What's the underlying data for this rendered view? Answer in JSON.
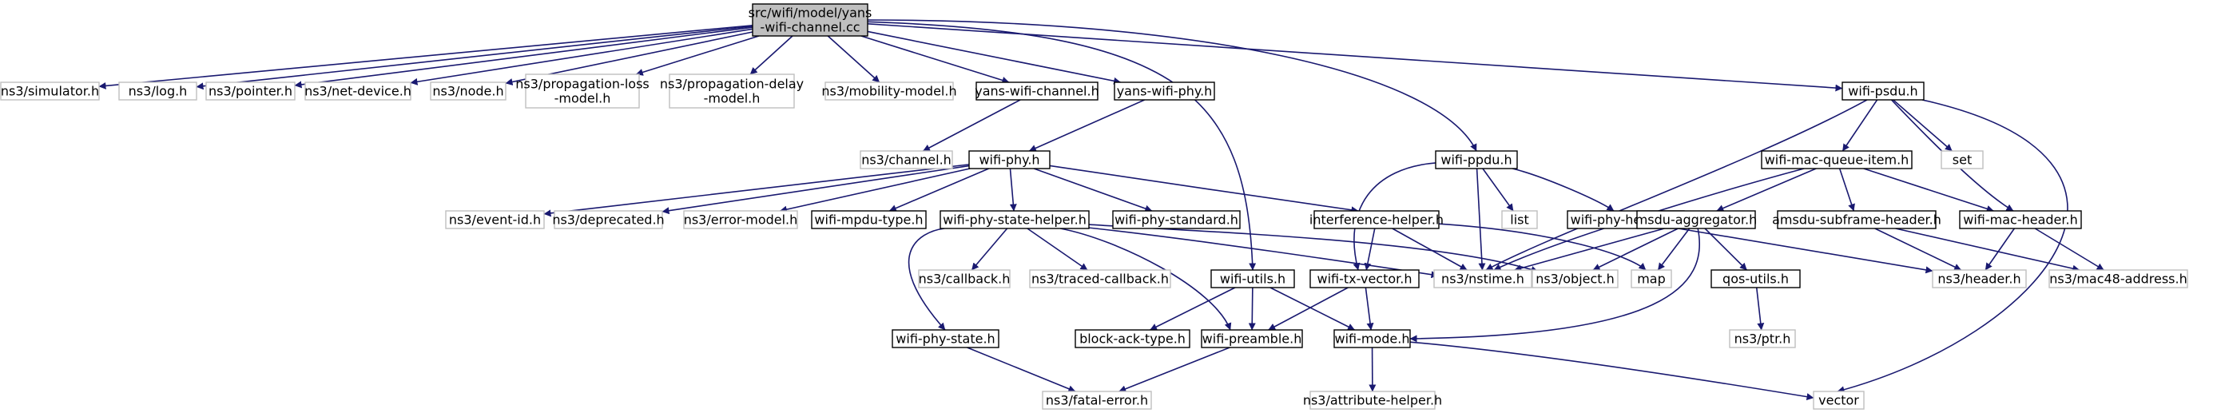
{
  "colors": {
    "edge": "#191970",
    "root_fill": "#bfbfbf",
    "external_border": "#bfbfbf",
    "documented_border": "#000000"
  },
  "nodes": {
    "root": {
      "lines": [
        "src/wifi/model/yans",
        "-wifi-channel.cc"
      ],
      "kind": "root"
    },
    "simulator": {
      "lines": [
        "ns3/simulator.h"
      ],
      "kind": "external"
    },
    "log": {
      "lines": [
        "ns3/log.h"
      ],
      "kind": "external"
    },
    "pointer": {
      "lines": [
        "ns3/pointer.h"
      ],
      "kind": "external"
    },
    "net_device": {
      "lines": [
        "ns3/net-device.h"
      ],
      "kind": "external"
    },
    "node": {
      "lines": [
        "ns3/node.h"
      ],
      "kind": "external"
    },
    "propagation_loss": {
      "lines": [
        "ns3/propagation-loss",
        "-model.h"
      ],
      "kind": "external"
    },
    "propagation_delay": {
      "lines": [
        "ns3/propagation-delay",
        "-model.h"
      ],
      "kind": "external"
    },
    "mobility_model": {
      "lines": [
        "ns3/mobility-model.h"
      ],
      "kind": "external"
    },
    "yans_wifi_channel": {
      "lines": [
        "yans-wifi-channel.h"
      ],
      "kind": "documented"
    },
    "yans_wifi_phy": {
      "lines": [
        "yans-wifi-phy.h"
      ],
      "kind": "documented"
    },
    "wifi_psdu": {
      "lines": [
        "wifi-psdu.h"
      ],
      "kind": "documented"
    },
    "channel": {
      "lines": [
        "ns3/channel.h"
      ],
      "kind": "external"
    },
    "wifi_phy": {
      "lines": [
        "wifi-phy.h"
      ],
      "kind": "documented"
    },
    "wifi_ppdu": {
      "lines": [
        "wifi-ppdu.h"
      ],
      "kind": "documented"
    },
    "wifi_mac_queue_item": {
      "lines": [
        "wifi-mac-queue-item.h"
      ],
      "kind": "documented"
    },
    "set": {
      "lines": [
        "set"
      ],
      "kind": "external"
    },
    "event_id": {
      "lines": [
        "ns3/event-id.h"
      ],
      "kind": "external"
    },
    "deprecated": {
      "lines": [
        "ns3/deprecated.h"
      ],
      "kind": "external"
    },
    "error_model": {
      "lines": [
        "ns3/error-model.h"
      ],
      "kind": "external"
    },
    "wifi_mpdu_type": {
      "lines": [
        "wifi-mpdu-type.h"
      ],
      "kind": "documented"
    },
    "wifi_phy_state_helper": {
      "lines": [
        "wifi-phy-state-helper.h"
      ],
      "kind": "documented"
    },
    "wifi_phy_standard": {
      "lines": [
        "wifi-phy-standard.h"
      ],
      "kind": "documented"
    },
    "interference_helper": {
      "lines": [
        "interference-helper.h"
      ],
      "kind": "documented"
    },
    "list": {
      "lines": [
        "list"
      ],
      "kind": "external"
    },
    "wifi_phy_header": {
      "lines": [
        "wifi-phy-header.h"
      ],
      "kind": "documented"
    },
    "msdu_aggregator": {
      "lines": [
        "msdu-aggregator.h"
      ],
      "kind": "documented"
    },
    "amsdu_subframe_header": {
      "lines": [
        "amsdu-subframe-header.h"
      ],
      "kind": "documented"
    },
    "wifi_mac_header": {
      "lines": [
        "wifi-mac-header.h"
      ],
      "kind": "documented"
    },
    "callback": {
      "lines": [
        "ns3/callback.h"
      ],
      "kind": "external"
    },
    "traced_callback": {
      "lines": [
        "ns3/traced-callback.h"
      ],
      "kind": "external"
    },
    "wifi_utils": {
      "lines": [
        "wifi-utils.h"
      ],
      "kind": "documented"
    },
    "wifi_tx_vector": {
      "lines": [
        "wifi-tx-vector.h"
      ],
      "kind": "documented"
    },
    "nstime": {
      "lines": [
        "ns3/nstime.h"
      ],
      "kind": "external"
    },
    "object": {
      "lines": [
        "ns3/object.h"
      ],
      "kind": "external"
    },
    "map": {
      "lines": [
        "map"
      ],
      "kind": "external"
    },
    "qos_utils": {
      "lines": [
        "qos-utils.h"
      ],
      "kind": "documented"
    },
    "header": {
      "lines": [
        "ns3/header.h"
      ],
      "kind": "external"
    },
    "mac48_address": {
      "lines": [
        "ns3/mac48-address.h"
      ],
      "kind": "external"
    },
    "wifi_phy_state": {
      "lines": [
        "wifi-phy-state.h"
      ],
      "kind": "documented"
    },
    "block_ack_type": {
      "lines": [
        "block-ack-type.h"
      ],
      "kind": "documented"
    },
    "wifi_preamble": {
      "lines": [
        "wifi-preamble.h"
      ],
      "kind": "documented"
    },
    "wifi_mode": {
      "lines": [
        "wifi-mode.h"
      ],
      "kind": "documented"
    },
    "ptr": {
      "lines": [
        "ns3/ptr.h"
      ],
      "kind": "external"
    },
    "fatal_error": {
      "lines": [
        "ns3/fatal-error.h"
      ],
      "kind": "external"
    },
    "attribute_helper": {
      "lines": [
        "ns3/attribute-helper.h"
      ],
      "kind": "external"
    },
    "vector": {
      "lines": [
        "vector"
      ],
      "kind": "external"
    }
  },
  "edges": [
    [
      "root",
      "simulator"
    ],
    [
      "root",
      "log"
    ],
    [
      "root",
      "pointer"
    ],
    [
      "root",
      "net_device"
    ],
    [
      "root",
      "node"
    ],
    [
      "root",
      "propagation_loss"
    ],
    [
      "root",
      "propagation_delay"
    ],
    [
      "root",
      "mobility_model"
    ],
    [
      "root",
      "yans_wifi_channel"
    ],
    [
      "root",
      "yans_wifi_phy"
    ],
    [
      "root",
      "wifi_ppdu"
    ],
    [
      "root",
      "wifi_utils"
    ],
    [
      "root",
      "wifi_psdu"
    ],
    [
      "yans_wifi_channel",
      "channel"
    ],
    [
      "yans_wifi_phy",
      "wifi_phy"
    ],
    [
      "wifi_phy",
      "event_id"
    ],
    [
      "wifi_phy",
      "deprecated"
    ],
    [
      "wifi_phy",
      "error_model"
    ],
    [
      "wifi_phy",
      "wifi_mpdu_type"
    ],
    [
      "wifi_phy",
      "wifi_phy_state_helper"
    ],
    [
      "wifi_phy",
      "wifi_phy_standard"
    ],
    [
      "wifi_phy",
      "interference_helper"
    ],
    [
      "wifi_phy_state_helper",
      "wifi_phy_state"
    ],
    [
      "wifi_phy_state_helper",
      "callback"
    ],
    [
      "wifi_phy_state_helper",
      "traced_callback"
    ],
    [
      "wifi_phy_state_helper",
      "nstime"
    ],
    [
      "wifi_phy_state_helper",
      "object"
    ],
    [
      "wifi_phy_state_helper",
      "wifi_preamble"
    ],
    [
      "interference_helper",
      "wifi_tx_vector"
    ],
    [
      "interference_helper",
      "nstime"
    ],
    [
      "interference_helper",
      "map"
    ],
    [
      "wifi_ppdu",
      "wifi_tx_vector"
    ],
    [
      "wifi_ppdu",
      "list"
    ],
    [
      "wifi_ppdu",
      "nstime"
    ],
    [
      "wifi_ppdu",
      "wifi_phy_header"
    ],
    [
      "wifi_psdu",
      "wifi_mac_queue_item"
    ],
    [
      "wifi_psdu",
      "set"
    ],
    [
      "wifi_psdu",
      "wifi_mac_header"
    ],
    [
      "wifi_psdu",
      "nstime"
    ],
    [
      "wifi_psdu",
      "vector"
    ],
    [
      "wifi_mac_queue_item",
      "msdu_aggregator"
    ],
    [
      "wifi_mac_queue_item",
      "amsdu_subframe_header"
    ],
    [
      "wifi_mac_queue_item",
      "wifi_mac_header"
    ],
    [
      "wifi_mac_queue_item",
      "nstime"
    ],
    [
      "msdu_aggregator",
      "nstime"
    ],
    [
      "msdu_aggregator",
      "object"
    ],
    [
      "msdu_aggregator",
      "map"
    ],
    [
      "msdu_aggregator",
      "qos_utils"
    ],
    [
      "msdu_aggregator",
      "wifi_mode"
    ],
    [
      "qos_utils",
      "ptr"
    ],
    [
      "amsdu_subframe_header",
      "header"
    ],
    [
      "amsdu_subframe_header",
      "mac48_address"
    ],
    [
      "wifi_mac_header",
      "header"
    ],
    [
      "wifi_mac_header",
      "mac48_address"
    ],
    [
      "wifi_phy_header",
      "header"
    ],
    [
      "wifi_utils",
      "block_ack_type"
    ],
    [
      "wifi_utils",
      "wifi_preamble"
    ],
    [
      "wifi_utils",
      "wifi_mode"
    ],
    [
      "wifi_tx_vector",
      "wifi_preamble"
    ],
    [
      "wifi_tx_vector",
      "wifi_mode"
    ],
    [
      "wifi_preamble",
      "fatal_error"
    ],
    [
      "wifi_phy_state",
      "fatal_error"
    ],
    [
      "wifi_mode",
      "attribute_helper"
    ],
    [
      "wifi_mode",
      "vector"
    ]
  ]
}
